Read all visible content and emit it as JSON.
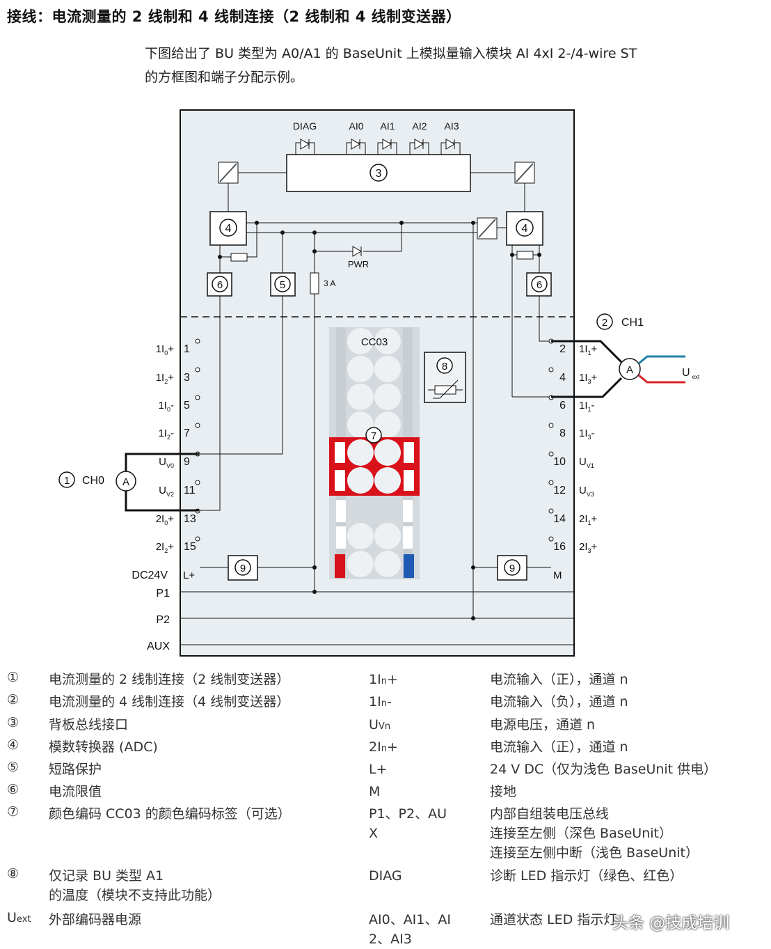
{
  "title": "接线：电流测量的 2 线制和 4 线制连接（2 线制和 4 线制变送器）",
  "intro": {
    "line1": "下图给出了 BU 类型为 A0/A1 的 BaseUnit 上模拟量输入模块 AI 4xI 2-/4-wire ST",
    "line2": "的方框图和端子分配示例。"
  },
  "diagram": {
    "leds": [
      "DIAG",
      "AI0",
      "AI1",
      "AI2",
      "AI3"
    ],
    "pwr_label": "PWR",
    "fuse_label": "3 A",
    "backplane_callout": "3",
    "adc_callout": "4",
    "short_circuit_callout": "5",
    "current_limit_callout": "6",
    "color_label_callout": "7",
    "temp_callout": "8",
    "supply_callout": "9",
    "color_code": "CC03",
    "ch0": {
      "callout": "1",
      "label": "CH0",
      "meter": "A"
    },
    "ch1": {
      "callout": "2",
      "label": "CH1",
      "meter": "A",
      "uext": "U",
      "uext_sub": "ext"
    },
    "left_terminals": [
      {
        "num": "1",
        "label": "1I",
        "sub": "0",
        "suffix": "+"
      },
      {
        "num": "3",
        "label": "1I",
        "sub": "2",
        "suffix": "+"
      },
      {
        "num": "5",
        "label": "1I",
        "sub": "0",
        "suffix": "-"
      },
      {
        "num": "7",
        "label": "1I",
        "sub": "2",
        "suffix": "-"
      },
      {
        "num": "9",
        "label": "U",
        "sub": "V0",
        "suffix": ""
      },
      {
        "num": "11",
        "label": "U",
        "sub": "V2",
        "suffix": ""
      },
      {
        "num": "13",
        "label": "2I",
        "sub": "0",
        "suffix": "+"
      },
      {
        "num": "15",
        "label": "2I",
        "sub": "2",
        "suffix": "+"
      }
    ],
    "right_terminals": [
      {
        "num": "2",
        "label": "1I",
        "sub": "1",
        "suffix": "+"
      },
      {
        "num": "4",
        "label": "1I",
        "sub": "3",
        "suffix": "+"
      },
      {
        "num": "6",
        "label": "1I",
        "sub": "1",
        "suffix": "-"
      },
      {
        "num": "8",
        "label": "1I",
        "sub": "3",
        "suffix": "-"
      },
      {
        "num": "10",
        "label": "U",
        "sub": "V1",
        "suffix": ""
      },
      {
        "num": "12",
        "label": "U",
        "sub": "V3",
        "suffix": ""
      },
      {
        "num": "14",
        "label": "2I",
        "sub": "1",
        "suffix": "+"
      },
      {
        "num": "16",
        "label": "2I",
        "sub": "3",
        "suffix": "+"
      }
    ],
    "dc24v": "DC24V",
    "lplus": "L+",
    "m": "M",
    "buses": [
      "P1",
      "P2",
      "AUX"
    ]
  },
  "legend_left": [
    {
      "num": "①",
      "desc": "电流测量的 2 线制连接（2 线制变送器）"
    },
    {
      "num": "②",
      "desc": "电流测量的 4 线制连接（4 线制变送器）"
    },
    {
      "num": "③",
      "desc": "背板总线接口"
    },
    {
      "num": "④",
      "desc": "模数转换器 (ADC)"
    },
    {
      "num": "⑤",
      "desc": "短路保护"
    },
    {
      "num": "⑥",
      "desc": "电流限值"
    },
    {
      "num": "⑦",
      "desc": "颜色编码 CC03 的颜色编码标签（可选）"
    },
    {
      "num": "⑧",
      "desc": "仅记录 BU 类型 A1",
      "desc2": "的温度（模块不支持此功能）"
    },
    {
      "num": "U",
      "num_sub": "ext",
      "desc": "外部编码器电源"
    }
  ],
  "legend_right": [
    {
      "key": "1I",
      "key_sub": "n",
      "key_suffix": "+",
      "desc": "电流输入（正），通道 n"
    },
    {
      "key": "1I",
      "key_sub": "n",
      "key_suffix": "-",
      "desc": "电流输入（负），通道 n"
    },
    {
      "key": "U",
      "key_sub": "Vn",
      "key_suffix": "",
      "desc": "电源电压，通道 n"
    },
    {
      "key": "2I",
      "key_sub": "n",
      "key_suffix": "+",
      "desc": "电流输入（正），通道 n"
    },
    {
      "key": "L+",
      "desc": "24 V DC（仅为浅色 BaseUnit 供电）"
    },
    {
      "key": "M",
      "desc": "接地"
    },
    {
      "key": "P1、P2、AU",
      "key2": "X",
      "desc": "内部自组装电压总线",
      "desc2": "连接至左侧（深色 BaseUnit）",
      "desc3": "连接至左侧中断（浅色 BaseUnit）"
    },
    {
      "key": "DIAG",
      "desc": "诊断 LED 指示灯（绿色、红色）"
    },
    {
      "key": "AI0、AI1、AI",
      "key2": "2、AI3",
      "desc": "通道状态 LED 指示灯"
    }
  ],
  "watermark": "头条 @技成培训",
  "colors": {
    "module_bg": "#e9eef2",
    "label_red": "#d8111a",
    "label_blue": "#1f5bb5",
    "wire_blue": "#1f7fa8",
    "wire_red": "#d8222a"
  }
}
